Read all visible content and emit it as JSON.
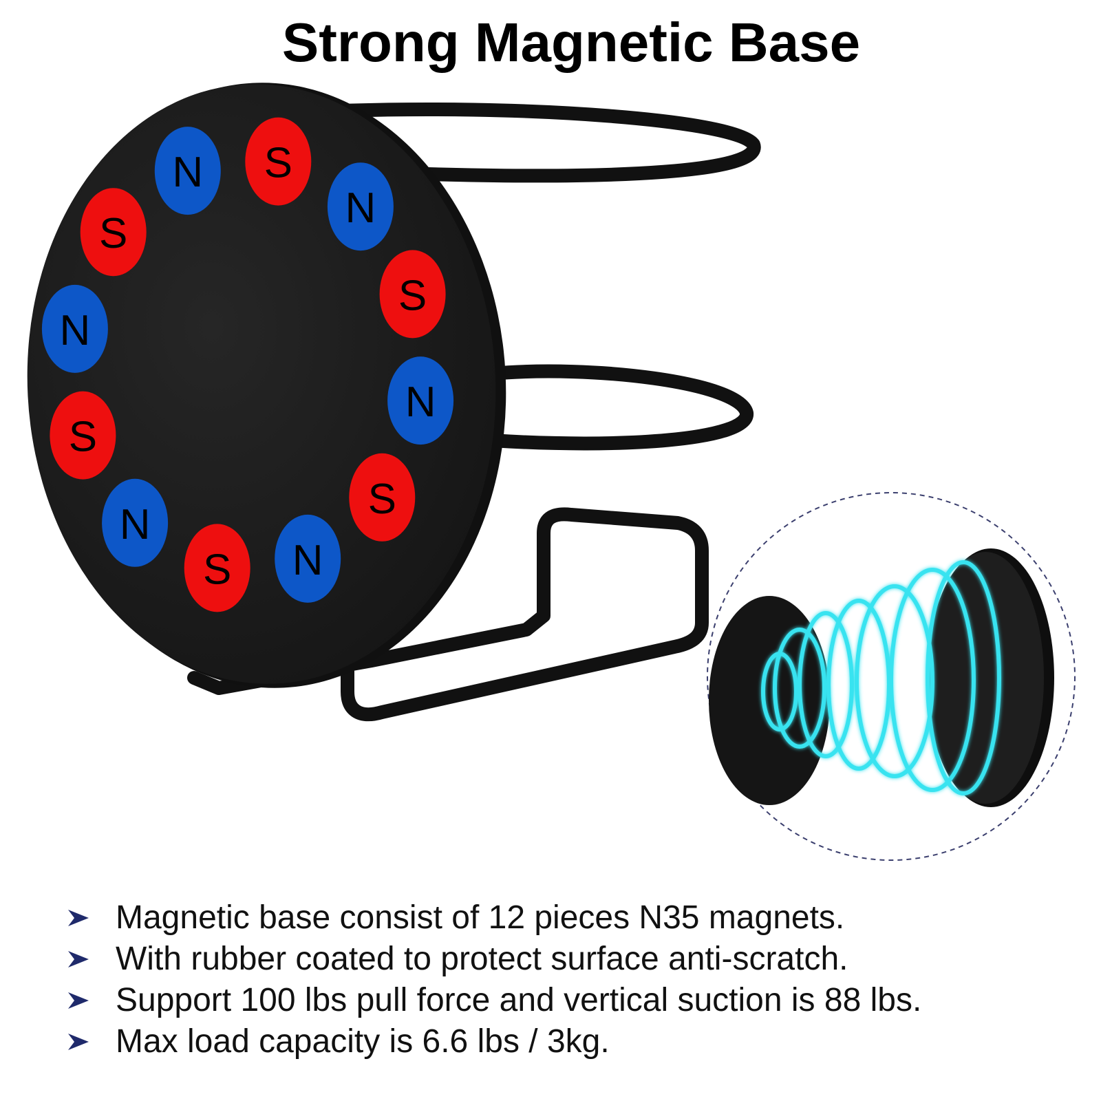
{
  "header": {
    "title": "Strong Magnetic Base"
  },
  "magnet_ring": {
    "poles": [
      {
        "label": "N",
        "color": "#0d57c8"
      },
      {
        "label": "S",
        "color": "#ee0f0f"
      },
      {
        "label": "N",
        "color": "#0d57c8"
      },
      {
        "label": "S",
        "color": "#ee0f0f"
      },
      {
        "label": "N",
        "color": "#0d57c8"
      },
      {
        "label": "S",
        "color": "#ee0f0f"
      },
      {
        "label": "N",
        "color": "#0d57c8"
      },
      {
        "label": "S",
        "color": "#ee0f0f"
      },
      {
        "label": "N",
        "color": "#0d57c8"
      },
      {
        "label": "S",
        "color": "#ee0f0f"
      },
      {
        "label": "N",
        "color": "#0d57c8"
      },
      {
        "label": "S",
        "color": "#ee0f0f"
      }
    ],
    "disc_color": "#1b1b1b"
  },
  "colors": {
    "bullet": "#1f2a6b",
    "magnetic_field": "#38e3f0",
    "frame": "#111111"
  },
  "features": [
    "Magnetic base consist of 12 pieces N35 magnets.",
    "With rubber coated to protect surface anti-scratch.",
    "Support 100 lbs pull force and vertical suction is 88 lbs.",
    "Max load capacity is 6.6 lbs / 3kg."
  ]
}
